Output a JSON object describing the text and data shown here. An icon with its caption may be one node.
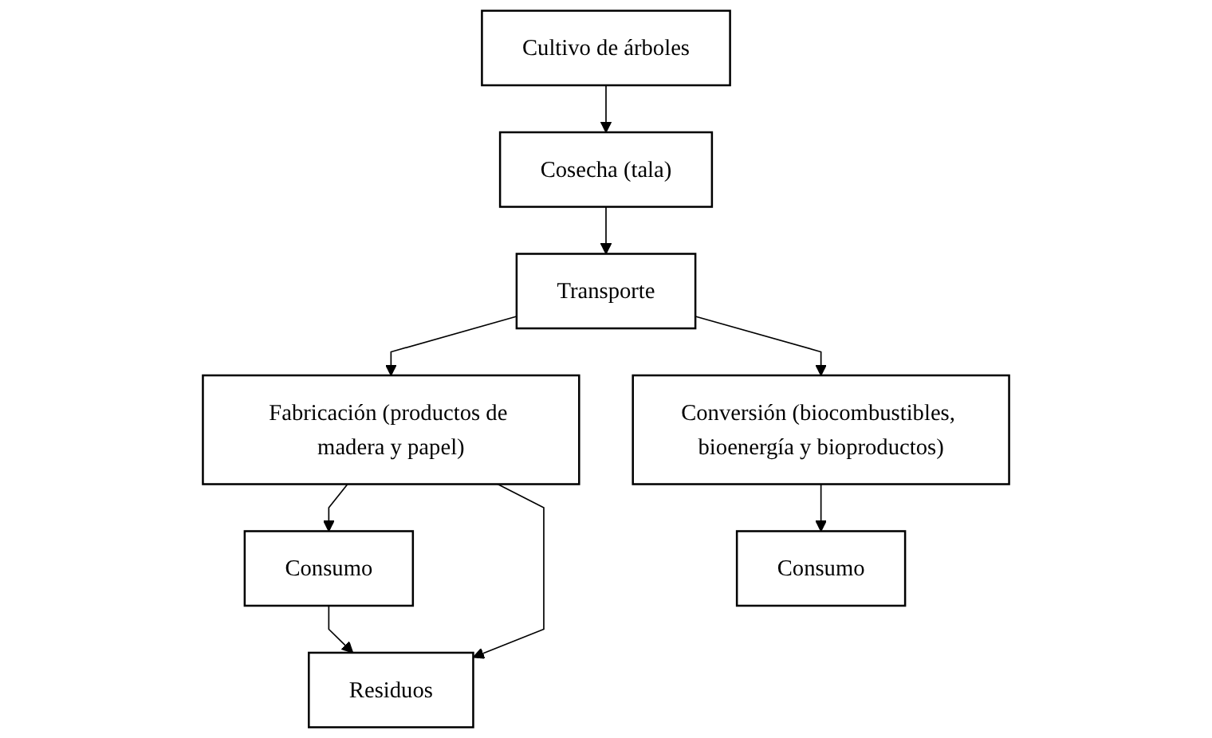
{
  "diagram": {
    "nodes": [
      {
        "text": [
          "Cultivo de árboles"
        ]
      },
      {
        "text": [
          "Cosecha (tala)"
        ]
      },
      {
        "text": [
          "Transporte"
        ]
      },
      {
        "text": [
          "Fabricación (productos de madera y papel)"
        ]
      },
      {
        "text": [
          "Conversión (biocombustibles, bioenergía y bioproductos)"
        ]
      },
      {
        "text": [
          "Residuos"
        ]
      },
      {
        "text": [
          "Consumo"
        ]
      },
      {
        "text": [
          "Consumo"
        ]
      }
    ],
    "edges": [
      {
        "from": 0,
        "to": 1,
        "arrow": "to"
      },
      {
        "from": 1,
        "to": 2,
        "arrow": "to"
      },
      {
        "from": 2,
        "to": 3,
        "arrow": "to"
      },
      {
        "from": 2,
        "to": 4,
        "arrow": "to"
      },
      {
        "from": 3,
        "to": 6,
        "arrow": "to"
      },
      {
        "from": 4,
        "to": 7,
        "arrow": "to"
      },
      {
        "from": 3,
        "to": 5,
        "arrow": "to"
      },
      {
        "from": 6,
        "to": 5,
        "arrow": "to"
      }
    ]
  }
}
